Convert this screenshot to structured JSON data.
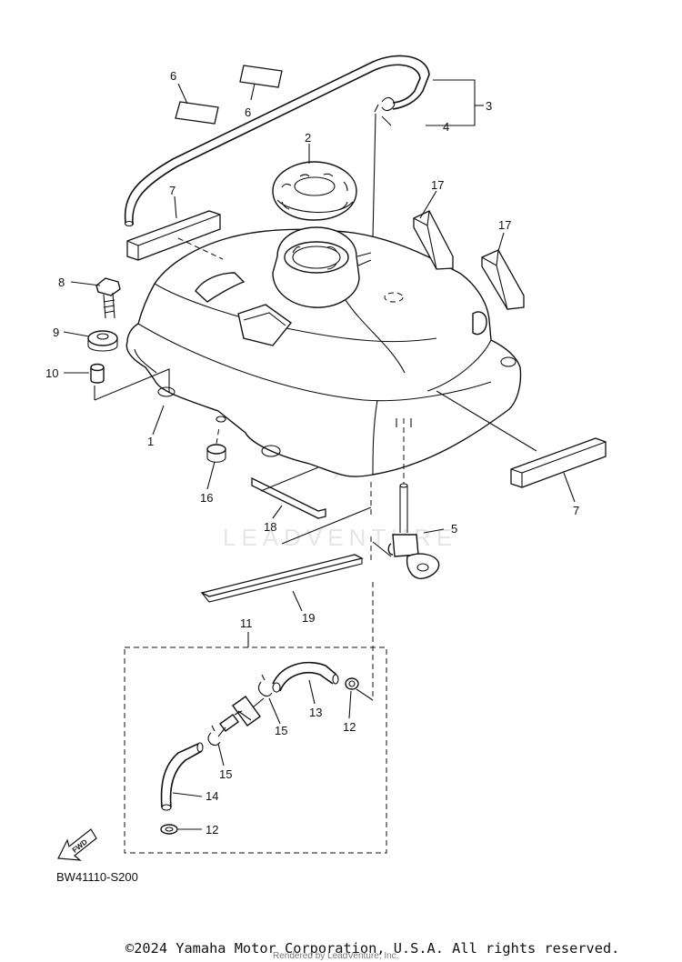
{
  "diagram": {
    "code": "BW41110-S200",
    "fwd_label": "FWD",
    "watermark": "LEADVENTURE",
    "callouts": [
      {
        "id": "c-6a",
        "label": "6"
      },
      {
        "id": "c-6b",
        "label": "6"
      },
      {
        "id": "c-3",
        "label": "3"
      },
      {
        "id": "c-4",
        "label": "4"
      },
      {
        "id": "c-2",
        "label": "2"
      },
      {
        "id": "c-7a",
        "label": "7"
      },
      {
        "id": "c-17a",
        "label": "17"
      },
      {
        "id": "c-17b",
        "label": "17"
      },
      {
        "id": "c-8",
        "label": "8"
      },
      {
        "id": "c-9",
        "label": "9"
      },
      {
        "id": "c-10",
        "label": "10"
      },
      {
        "id": "c-1",
        "label": "1"
      },
      {
        "id": "c-16",
        "label": "16"
      },
      {
        "id": "c-7b",
        "label": "7"
      },
      {
        "id": "c-18",
        "label": "18"
      },
      {
        "id": "c-5",
        "label": "5"
      },
      {
        "id": "c-19",
        "label": "19"
      },
      {
        "id": "c-11",
        "label": "11"
      },
      {
        "id": "c-13",
        "label": "13"
      },
      {
        "id": "c-12a",
        "label": "12"
      },
      {
        "id": "c-15a",
        "label": "15"
      },
      {
        "id": "c-15b",
        "label": "15"
      },
      {
        "id": "c-14",
        "label": "14"
      },
      {
        "id": "c-12b",
        "label": "12"
      }
    ]
  },
  "footer": {
    "copyright": "©2024 Yamaha Motor Corporation, U.S.A. All rights reserved.",
    "rendered_by": "Rendered by LeadVenture, Inc."
  }
}
